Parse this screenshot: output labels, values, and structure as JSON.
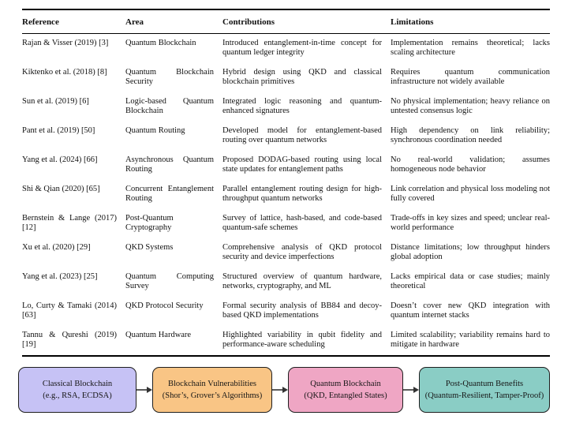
{
  "table": {
    "headers": [
      "Reference",
      "Area",
      "Contributions",
      "Limitations"
    ],
    "rows": [
      {
        "reference": "Rajan & Visser (2019) [3]",
        "area": "Quantum Blockchain",
        "contributions": "Introduced entanglement-in-time concept for quantum ledger integrity",
        "limitations": "Implementation remains theoretical; lacks scaling architecture"
      },
      {
        "reference": "Kiktenko et al. (2018) [8]",
        "area": "Quantum Blockchain Security",
        "contributions": "Hybrid design using QKD and classical blockchain primitives",
        "limitations": "Requires quantum communication infrastructure not widely available"
      },
      {
        "reference": "Sun et al. (2019) [6]",
        "area": "Logic-based Quantum Blockchain",
        "contributions": "Integrated logic reasoning and quantum-enhanced signatures",
        "limitations": "No physical implementation; heavy reliance on untested consensus logic"
      },
      {
        "reference": "Pant et al. (2019) [50]",
        "area": "Quantum Routing",
        "contributions": "Developed model for entanglement-based routing over quantum networks",
        "limitations": "High dependency on link reliability; synchronous coordination needed"
      },
      {
        "reference": "Yang et al. (2024) [66]",
        "area": "Asynchronous Quantum Routing",
        "contributions": "Proposed DODAG-based routing using local state updates for entanglement paths",
        "limitations": "No real-world validation; assumes homogeneous node behavior"
      },
      {
        "reference": "Shi & Qian (2020) [65]",
        "area": "Concurrent Entanglement Routing",
        "contributions": "Parallel entanglement routing design for high-throughput quantum networks",
        "limitations": "Link correlation and physical loss modeling not fully covered"
      },
      {
        "reference": "Bernstein & Lange (2017) [12]",
        "area": "Post-Quantum Cryptography",
        "contributions": "Survey of lattice, hash-based, and code-based quantum-safe schemes",
        "limitations": "Trade-offs in key sizes and speed; unclear real-world performance"
      },
      {
        "reference": "Xu et al. (2020) [29]",
        "area": "QKD Systems",
        "contributions": "Comprehensive analysis of QKD protocol security and device imperfections",
        "limitations": "Distance limitations; low throughput hinders global adoption"
      },
      {
        "reference": "Yang et al. (2023) [25]",
        "area": "Quantum Computing Survey",
        "contributions": "Structured overview of quantum hardware, networks, cryptography, and ML",
        "limitations": "Lacks empirical data or case studies; mainly theoretical"
      },
      {
        "reference": "Lo, Curty & Tamaki (2014) [63]",
        "area": "QKD Protocol Security",
        "contributions": "Formal security analysis of BB84 and decoy-based QKD implementations",
        "limitations": "Doesn’t cover new QKD integration with quantum internet stacks"
      },
      {
        "reference": "Tannu & Qureshi (2019) [19]",
        "area": "Quantum Hardware",
        "contributions": "Highlighted variability in qubit fidelity and performance-aware scheduling",
        "limitations": "Limited scalability; variability remains hard to mitigate in hardware"
      }
    ]
  },
  "diagram": {
    "boxes": [
      {
        "title": "Classical Blockchain",
        "subtitle": "(e.g., RSA, ECDSA)",
        "fill": "#c6c2f5"
      },
      {
        "title": "Blockchain Vulnerabilities",
        "subtitle": "(Shor’s, Grover’s Algorithms)",
        "fill": "#f9c585"
      },
      {
        "title": "Quantum Blockchain",
        "subtitle": "(QKD, Entangled States)",
        "fill": "#efa6c4"
      },
      {
        "title": "Post-Quantum Benefits",
        "subtitle": "(Quantum-Resilient, Tamper-Proof)",
        "fill": "#8acdc5"
      }
    ],
    "border_color": "#1e1e1e",
    "arrow_color": "#333333"
  }
}
